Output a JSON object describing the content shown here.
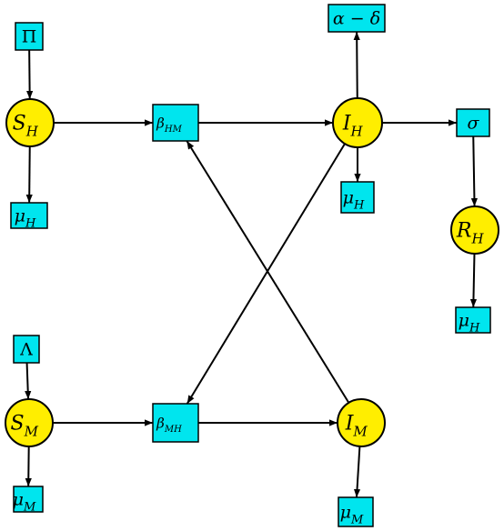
{
  "colors": {
    "box": "#00e5ee",
    "circle": "#ffee00",
    "stroke": "#000000",
    "edge": "#000000"
  },
  "nodes": {
    "pi": {
      "kind": "box",
      "main": "Π",
      "sub": ""
    },
    "sh": {
      "kind": "circle",
      "main": "S",
      "sub": "H"
    },
    "mu_h_1": {
      "kind": "box",
      "main": "μ",
      "sub": "H"
    },
    "beta_hm": {
      "kind": "box",
      "main": "β",
      "sub": "HM"
    },
    "ih": {
      "kind": "circle",
      "main": "I",
      "sub": "H"
    },
    "alpha_delta": {
      "kind": "box",
      "main": "α − δ",
      "sub": ""
    },
    "mu_h_2": {
      "kind": "box",
      "main": "μ",
      "sub": "H"
    },
    "sigma": {
      "kind": "box",
      "main": "σ",
      "sub": ""
    },
    "rh": {
      "kind": "circle",
      "main": "R",
      "sub": "H"
    },
    "mu_h_3": {
      "kind": "box",
      "main": "μ",
      "sub": "H"
    },
    "lambda": {
      "kind": "box",
      "main": "Λ",
      "sub": ""
    },
    "sm": {
      "kind": "circle",
      "main": "S",
      "sub": "M"
    },
    "mu_m_1": {
      "kind": "box",
      "main": "μ",
      "sub": "M"
    },
    "beta_mh": {
      "kind": "box",
      "main": "β",
      "sub": "MH"
    },
    "im": {
      "kind": "circle",
      "main": "I",
      "sub": "M"
    },
    "mu_m_2": {
      "kind": "box",
      "main": "μ",
      "sub": "M"
    }
  },
  "edges": [
    {
      "from": "pi",
      "to": "sh"
    },
    {
      "from": "sh",
      "to": "mu_h_1"
    },
    {
      "from": "sh",
      "to": "beta_hm"
    },
    {
      "from": "beta_hm",
      "to": "ih"
    },
    {
      "from": "ih",
      "to": "alpha_delta"
    },
    {
      "from": "ih",
      "to": "mu_h_2"
    },
    {
      "from": "ih",
      "to": "sigma"
    },
    {
      "from": "sigma",
      "to": "rh"
    },
    {
      "from": "rh",
      "to": "mu_h_3"
    },
    {
      "from": "lambda",
      "to": "sm"
    },
    {
      "from": "sm",
      "to": "mu_m_1"
    },
    {
      "from": "sm",
      "to": "beta_mh"
    },
    {
      "from": "beta_mh",
      "to": "im"
    },
    {
      "from": "im",
      "to": "mu_m_2"
    },
    {
      "from": "ih",
      "to": "beta_mh"
    },
    {
      "from": "im",
      "to": "beta_hm"
    }
  ]
}
